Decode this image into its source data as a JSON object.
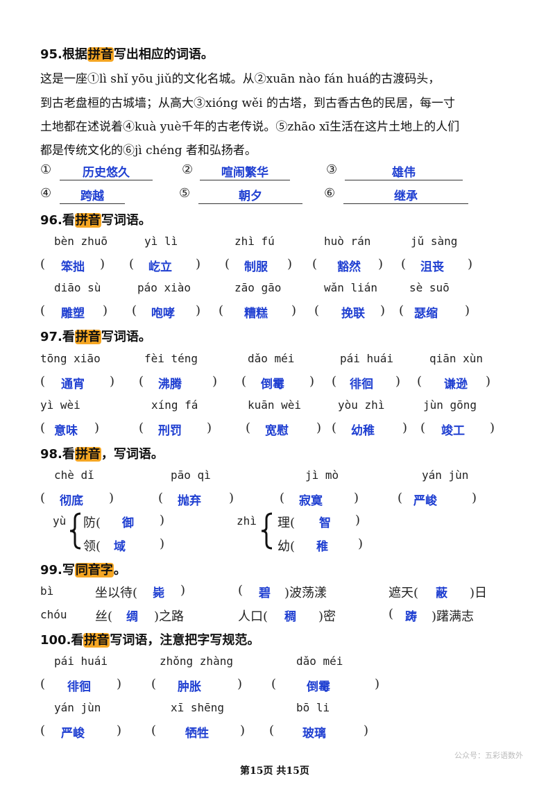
{
  "q95": {
    "title_pre": "95.根据",
    "title_hl": "拼音",
    "title_post": "写出相应的词语。",
    "lines": [
      "这是一座①lì shǐ yōu jiǔ的文化名城。从②xuān nào fán huá的古渡码头，",
      "到古老盘桓的古城墙；从高大③xióng wěi 的古塔，到古香古色的民居，每一寸",
      "土地都在述说着④kuà yuè千年的古老传说。⑤zhāo xī生活在这片土地上的人们",
      "都是传统文化的⑥jì chéng 者和弘扬者。"
    ],
    "answers": [
      {
        "num": "①",
        "ans": "历史悠久"
      },
      {
        "num": "②",
        "ans": "喧闹繁华"
      },
      {
        "num": "③",
        "ans": "雄伟"
      },
      {
        "num": "④",
        "ans": "跨越"
      },
      {
        "num": "⑤",
        "ans": "朝夕"
      },
      {
        "num": "⑥",
        "ans": "继承"
      }
    ]
  },
  "q96": {
    "title_pre": "96.看",
    "title_hl": "拼音",
    "title_post": "写词语。",
    "row1": [
      {
        "py": "bèn zhuō",
        "ans": "笨拙"
      },
      {
        "py": "yì lì",
        "ans": "屹立"
      },
      {
        "py": "zhì fú",
        "ans": "制服"
      },
      {
        "py": "huò rán",
        "ans": "豁然"
      },
      {
        "py": "jǔ sàng",
        "ans": "沮丧"
      }
    ],
    "row2": [
      {
        "py": "diāo sù",
        "ans": "雕塑"
      },
      {
        "py": "páo xiào",
        "ans": "咆哮"
      },
      {
        "py": "zāo gāo",
        "ans": "糟糕"
      },
      {
        "py": "wǎn lián",
        "ans": "挽联"
      },
      {
        "py": "sè suō",
        "ans": "瑟缩"
      }
    ]
  },
  "q97": {
    "title_pre": "97.看",
    "title_hl": "拼音",
    "title_post": "写词语。",
    "row1": [
      {
        "py": "tōng xiāo",
        "ans": "通宵"
      },
      {
        "py": "fèi téng",
        "ans": "沸腾"
      },
      {
        "py": "dǎo méi",
        "ans": "倒霉"
      },
      {
        "py": "pái huái",
        "ans": "徘徊"
      },
      {
        "py": "qiān xùn",
        "ans": "谦逊"
      }
    ],
    "row2": [
      {
        "py": "yì wèi",
        "ans": "意味"
      },
      {
        "py": "xíng fá",
        "ans": "刑罚"
      },
      {
        "py": "kuān wèi",
        "ans": "宽慰"
      },
      {
        "py": "yòu zhì",
        "ans": "幼稚"
      },
      {
        "py": "jùn gōng",
        "ans": "竣工"
      }
    ]
  },
  "q98": {
    "title_pre": "98.看",
    "title_hl": "拼音",
    "title_post": "，写词语。",
    "row1": [
      {
        "py": "chè dǐ",
        "ans": "彻底"
      },
      {
        "py": "pāo qì",
        "ans": "抛弃"
      },
      {
        "py": "jì mò",
        "ans": "寂寞"
      },
      {
        "py": "yán jùn",
        "ans": "严峻"
      }
    ],
    "group1": {
      "py": "yù",
      "items": [
        {
          "pre": "防(",
          "ans": "御",
          "post": ")"
        },
        {
          "pre": "领(",
          "ans": "域",
          "post": ")"
        }
      ]
    },
    "group2": {
      "py": "zhì",
      "items": [
        {
          "pre": "理(",
          "ans": "智",
          "post": ")"
        },
        {
          "pre": "幼(",
          "ans": "稚",
          "post": ")"
        }
      ]
    }
  },
  "q99": {
    "title_pre": "99.写",
    "title_hl": "同音字",
    "title_post": "。",
    "row1": {
      "py": "bì",
      "a": "坐以待(",
      "a_ans": "毙",
      "a_post": ")",
      "b": "(",
      "b_ans": "碧",
      "b_post": ")波荡漾",
      "c": "遮天(",
      "c_ans": "蔽",
      "c_post": ")日"
    },
    "row2": {
      "py": "chóu",
      "a": "丝(",
      "a_ans": "绸",
      "a_post": ")之路",
      "b": "人口(",
      "b_ans": "稠",
      "b_post": ")密",
      "c": "(",
      "c_ans": "踌",
      "c_post": ")躇满志"
    }
  },
  "q100": {
    "title_pre": "100.看",
    "title_hl": "拼音",
    "title_post": "写词语，注意把字写规范。",
    "row1": [
      {
        "py": "pái huái",
        "ans": "徘徊"
      },
      {
        "py": "zhǒng zhàng",
        "ans": "肿胀"
      },
      {
        "py": "dǎo méi",
        "ans": "倒霉"
      }
    ],
    "row2": [
      {
        "py": "yán jùn",
        "ans": "严峻"
      },
      {
        "py": "xī shēng",
        "ans": "牺牲"
      },
      {
        "py": "bō li",
        "ans": "玻璃"
      }
    ]
  },
  "footer": {
    "page": "第15页 共15页",
    "watermark": "公众号：五彩语数外"
  }
}
